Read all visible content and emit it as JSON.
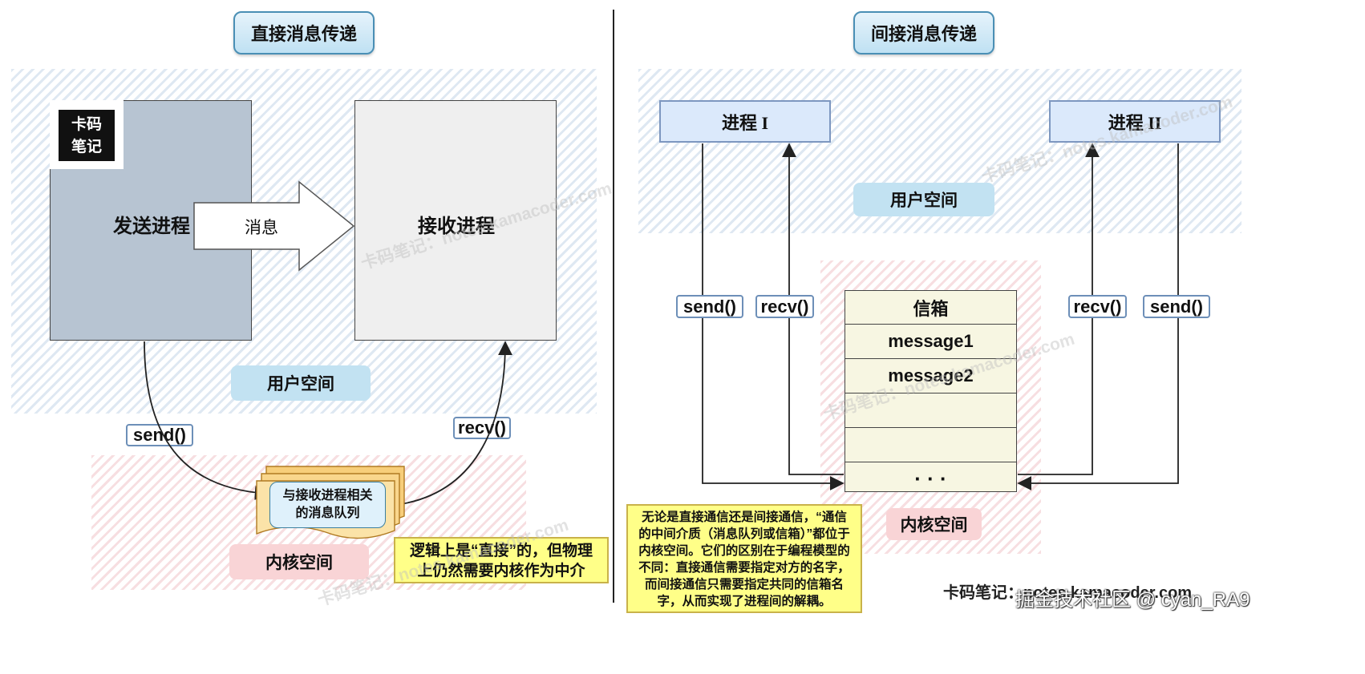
{
  "left": {
    "title": "直接消息传递",
    "sender": "发送进程",
    "message_label": "消息",
    "receiver": "接收进程",
    "user_space": "用户空间",
    "kernel_space": "内核空间",
    "send_fn": "send()",
    "recv_fn": "recv()",
    "queue_line1": "与接收进程相关",
    "queue_line2": "的消息队列",
    "note_line1": "逻辑上是“直接”的，但物理",
    "note_line2": "上仍然需要内核作为中介",
    "logo_line1": "卡码",
    "logo_line2": "笔记"
  },
  "right": {
    "title": "间接消息传递",
    "process1": "进程 I",
    "process2": "进程 II",
    "user_space": "用户空间",
    "kernel_space": "内核空间",
    "send_left": "send()",
    "recv_left": "recv()",
    "recv_right": "recv()",
    "send_right": "send()",
    "mailbox": {
      "header": "信箱",
      "rows": [
        "message1",
        "message2",
        "",
        "",
        "· · ·"
      ]
    },
    "note_lines": [
      "无论是直接通信还是间接通信，“通信",
      "的中间介质（消息队列或信箱）”都位于",
      "内核空间。它们的区别在于编程模型的",
      "不同：直接通信需要指定对方的名字，",
      "而间接通信只需要指定共同的信箱名",
      "字，从而实现了进程间的解耦。"
    ]
  },
  "watermarks": {
    "text": "卡码笔记：notes.kamacoder.com",
    "bottom_right": "卡码笔记：notes.kamacoder.com",
    "overlay": "掘金技术社区 @ cyan_RA9"
  },
  "colors": {
    "sender_fill": "#b7c4d2",
    "receiver_fill": "#efefef",
    "user_space_pill": "#c2e2f2",
    "kernel_space_pill": "#f9d4d6",
    "note_fill": "#ffff88",
    "process_fill": "#dbe9fb",
    "mailbox_fill": "#f7f6e2"
  }
}
